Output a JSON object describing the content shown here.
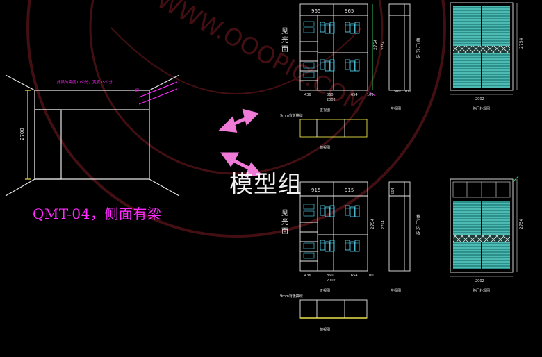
{
  "caption": "QMT-04，侧面有梁",
  "watermark": {
    "chinese": "模型组",
    "logo_text": "WWW.OOOPIC.COM"
  },
  "colors": {
    "background": "#000000",
    "accent": "#ff2bff",
    "arrow": "#f07ad8",
    "teal": "#3fb7b1",
    "cad_white": "#e6e6e6",
    "yellow": "#e8e04a",
    "green": "#38d26a",
    "cyan": "#58e1ff",
    "watermark": "#7b1c22"
  },
  "room_sketch": {
    "height_label": "2700",
    "beam_note": "此梁的高度10公分，宽度35公分",
    "beam_dim": "梁"
  },
  "top_set": {
    "side_text": [
      "见",
      "光",
      "面"
    ],
    "widths_top": [
      "965",
      "965"
    ],
    "widths_bottom": [
      "436",
      "860",
      "654",
      "100"
    ],
    "total_width": "2002",
    "height": "2754",
    "label_front": "正视图",
    "label_side": "左视图",
    "label_door": "移门外观图",
    "label_top": "俯视图",
    "side_widths": [
      "500",
      "100"
    ],
    "side_vertical": [
      "移",
      "门",
      "内",
      "收"
    ],
    "side_height": "2754",
    "top_note": "9mm背板拼缝",
    "door_width": "2002",
    "door_height": "2754"
  },
  "bottom_set": {
    "side_text": [
      "见",
      "光",
      "面"
    ],
    "widths_top": [
      "915",
      "915"
    ],
    "widths_bottom": [
      "436",
      "860",
      "654",
      "100"
    ],
    "total_width": "2002",
    "height": "2754",
    "label_front": "正视图",
    "label_side": "左视图",
    "label_door": "移门外观图",
    "label_top": "俯视图",
    "side_widths": [
      "564"
    ],
    "side_vertical": [
      "移",
      "门",
      "内",
      "收"
    ],
    "side_height": "2754",
    "top_note": "9mm背板拼缝",
    "door_width": "2002",
    "door_height": "2754"
  }
}
